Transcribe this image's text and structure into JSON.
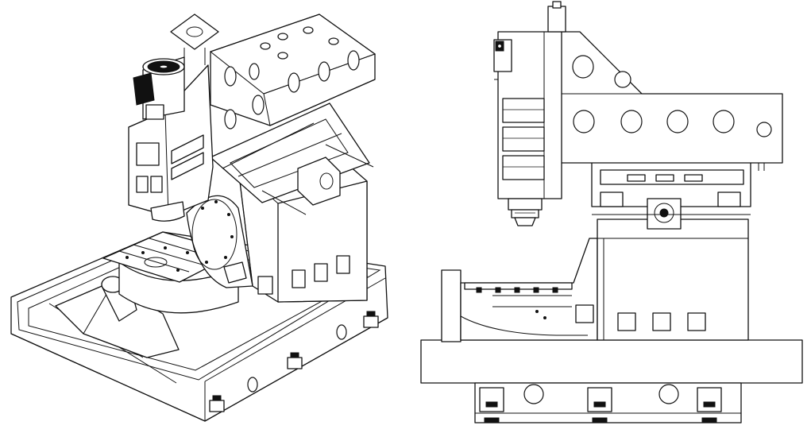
{
  "drawing": {
    "views": [
      {
        "id": "iso",
        "kind": "isometric-view"
      },
      {
        "id": "side",
        "kind": "side-elevation-view"
      }
    ],
    "colors": {
      "line": "#111111",
      "background": "#ffffff"
    }
  }
}
